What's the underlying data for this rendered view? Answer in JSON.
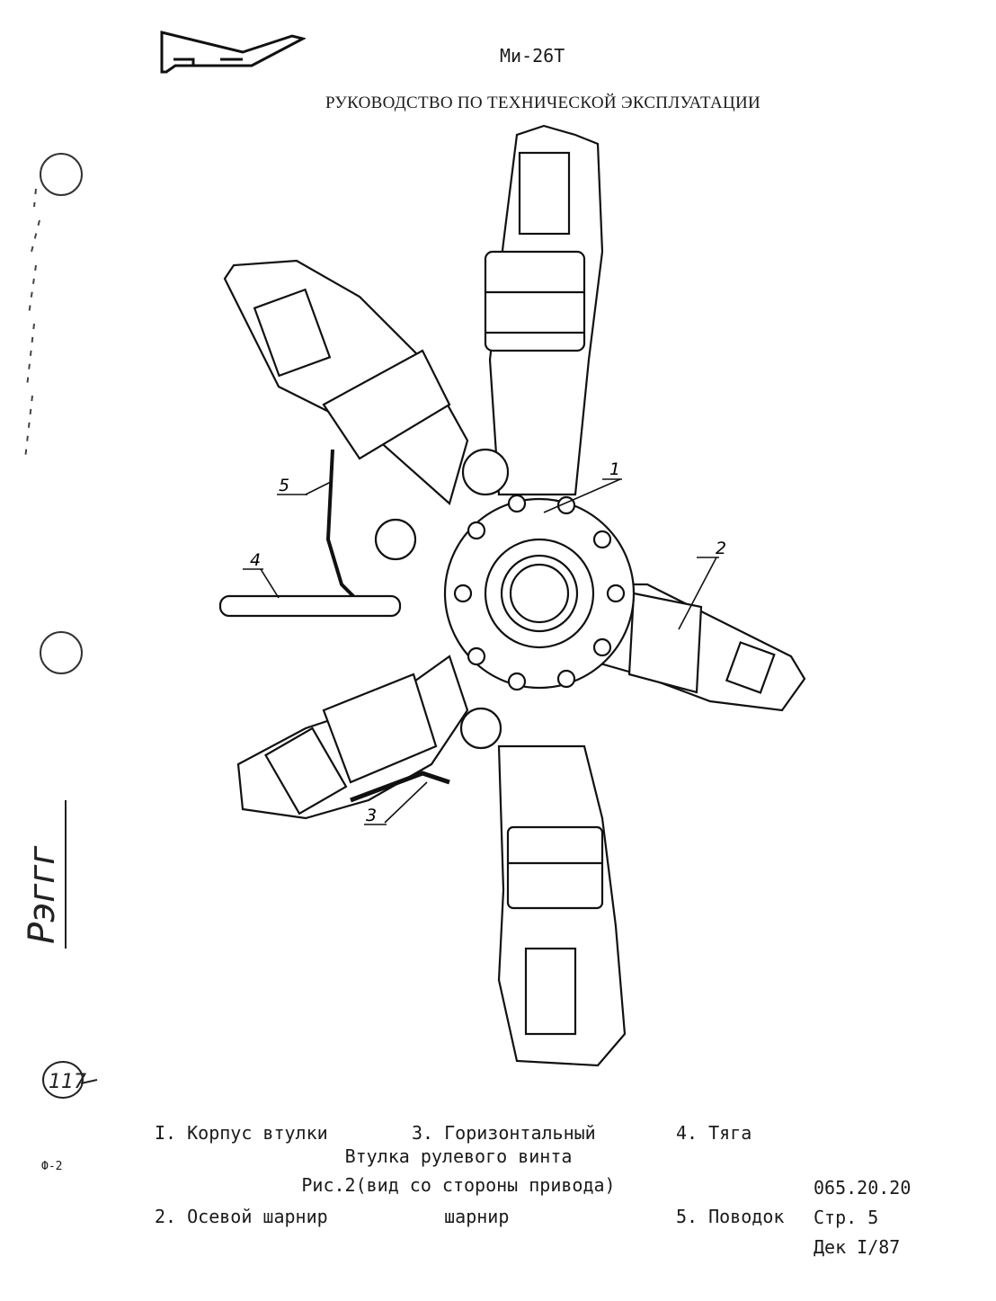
{
  "header": {
    "doc_code": "Ми-26Т",
    "manual_title": "РУКОВОДСТВО ПО ТЕХНИЧЕСКОЙ ЭКСПЛУАТАЦИИ"
  },
  "figure": {
    "callouts": [
      "1",
      "2",
      "3",
      "4",
      "5"
    ]
  },
  "legend": {
    "col1": [
      "I. Корпус втулки",
      "2. Осевой шарнир"
    ],
    "col2": [
      "3. Горизонтальный",
      "   шарнир"
    ],
    "col3": [
      "4. Тяга",
      "5. Поводок"
    ]
  },
  "caption": {
    "line1": "Втулка рулевого винта",
    "line2": "Рис.2(вид со стороны привода)"
  },
  "page_info": {
    "section": "065.20.20",
    "page": "Стр. 5",
    "date": "Дек I/87"
  },
  "margin": {
    "side_note": "Рэггг",
    "stamp": "117",
    "form_mark": "Ф-2"
  }
}
